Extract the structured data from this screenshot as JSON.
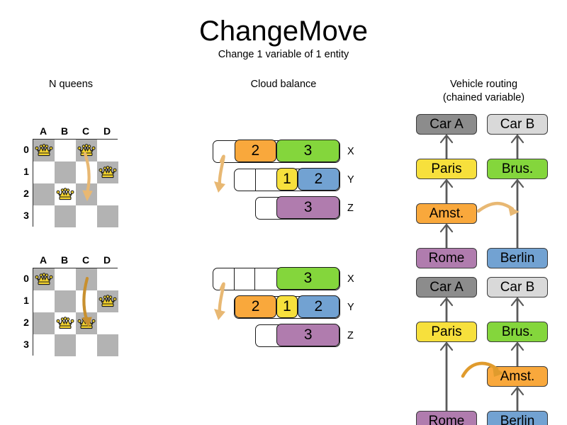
{
  "title": "ChangeMove",
  "subtitle": "Change 1 variable of 1 entity",
  "sections": {
    "nqueens": {
      "heading": "N queens"
    },
    "cloud": {
      "heading": "Cloud balance"
    },
    "vrp": {
      "heading_line1": "Vehicle routing",
      "heading_line2": "(chained variable)"
    }
  },
  "colors": {
    "orange": "#f9a83c",
    "green": "#84d63c",
    "yellow": "#f7e03c",
    "blue": "#72a2d2",
    "purple": "#b07cae",
    "gray_dark": "#8c8c8c",
    "gray_light": "#d9d9d9",
    "board_dark": "#b3b3b3",
    "board_light": "#ffffff",
    "queen_gold": "#f2d22e",
    "arrow_tan": "#e8b873",
    "arrow_orange": "#e09b2d"
  },
  "nqueens": {
    "files": [
      "A",
      "B",
      "C",
      "D"
    ],
    "ranks": [
      "0",
      "1",
      "2",
      "3"
    ],
    "before": {
      "queens": [
        {
          "file": "A",
          "rank": "0"
        },
        {
          "file": "C",
          "rank": "0"
        },
        {
          "file": "D",
          "rank": "1"
        },
        {
          "file": "B",
          "rank": "2"
        }
      ],
      "move": {
        "from": {
          "file": "C",
          "rank": "0"
        },
        "to": {
          "file": "C",
          "rank": "2"
        }
      }
    },
    "after": {
      "queens": [
        {
          "file": "A",
          "rank": "0"
        },
        {
          "file": "D",
          "rank": "1"
        },
        {
          "file": "B",
          "rank": "2"
        },
        {
          "file": "C",
          "rank": "2"
        }
      ],
      "move": {
        "from": {
          "file": "C",
          "rank": "0"
        },
        "to": {
          "file": "C",
          "rank": "2"
        }
      }
    }
  },
  "cloud_balance": {
    "before": {
      "rows": [
        {
          "label": "X",
          "offset": 0,
          "segments": [
            {
              "kind": "empty",
              "units": 1
            },
            {
              "kind": "filled",
              "value": "2",
              "units": 2,
              "color": "#f9a83c"
            },
            {
              "kind": "filled",
              "value": "3",
              "units": 3,
              "color": "#84d63c"
            }
          ]
        },
        {
          "label": "Y",
          "offset": 1,
          "segments": [
            {
              "kind": "empty",
              "units": 1,
              "divider": true
            },
            {
              "kind": "empty",
              "units": 1
            },
            {
              "kind": "filled",
              "value": "1",
              "units": 1,
              "color": "#f7e03c"
            },
            {
              "kind": "filled",
              "value": "2",
              "units": 2,
              "color": "#72a2d2"
            }
          ]
        },
        {
          "label": "Z",
          "offset": 2,
          "segments": [
            {
              "kind": "empty",
              "units": 1
            },
            {
              "kind": "filled",
              "value": "3",
              "units": 3,
              "color": "#b07cae"
            }
          ]
        }
      ]
    },
    "after": {
      "rows": [
        {
          "label": "X",
          "offset": 0,
          "segments": [
            {
              "kind": "empty",
              "units": 1,
              "divider": true
            },
            {
              "kind": "empty",
              "units": 1,
              "divider": true
            },
            {
              "kind": "empty",
              "units": 1
            },
            {
              "kind": "filled",
              "value": "3",
              "units": 3,
              "color": "#84d63c"
            }
          ]
        },
        {
          "label": "Y",
          "offset": 1,
          "segments": [
            {
              "kind": "filled",
              "value": "2",
              "units": 2,
              "color": "#f9a83c"
            },
            {
              "kind": "filled",
              "value": "1",
              "units": 1,
              "color": "#f7e03c"
            },
            {
              "kind": "filled",
              "value": "2",
              "units": 2,
              "color": "#72a2d2"
            }
          ]
        },
        {
          "label": "Z",
          "offset": 2,
          "segments": [
            {
              "kind": "empty",
              "units": 1
            },
            {
              "kind": "filled",
              "value": "3",
              "units": 3,
              "color": "#b07cae"
            }
          ]
        }
      ]
    }
  },
  "vehicle_routing": {
    "before": {
      "chains": [
        {
          "vehicle": "Car A",
          "vehicle_color": "#8c8c8c",
          "stops": [
            {
              "label": "Paris",
              "color": "#f7e03c"
            },
            {
              "label": "Amst.",
              "color": "#f9a83c"
            },
            {
              "label": "Rome",
              "color": "#b07cae"
            }
          ]
        },
        {
          "vehicle": "Car B",
          "vehicle_color": "#d9d9d9",
          "stops": [
            {
              "label": "Brus.",
              "color": "#84d63c"
            },
            {
              "label": "Berlin",
              "color": "#72a2d2"
            }
          ]
        }
      ],
      "move": {
        "entity": "Amst.",
        "to_chain": "Car B"
      }
    },
    "after": {
      "chains": [
        {
          "vehicle": "Car A",
          "vehicle_color": "#8c8c8c",
          "stops": [
            {
              "label": "Paris",
              "color": "#f7e03c"
            },
            {
              "label": "Rome",
              "color": "#b07cae"
            }
          ]
        },
        {
          "vehicle": "Car B",
          "vehicle_color": "#d9d9d9",
          "stops": [
            {
              "label": "Brus.",
              "color": "#84d63c"
            },
            {
              "label": "Amst.",
              "color": "#f9a83c"
            },
            {
              "label": "Berlin",
              "color": "#72a2d2"
            }
          ]
        }
      ],
      "move": {
        "entity": "Amst.",
        "to_chain": "Car B"
      }
    }
  }
}
